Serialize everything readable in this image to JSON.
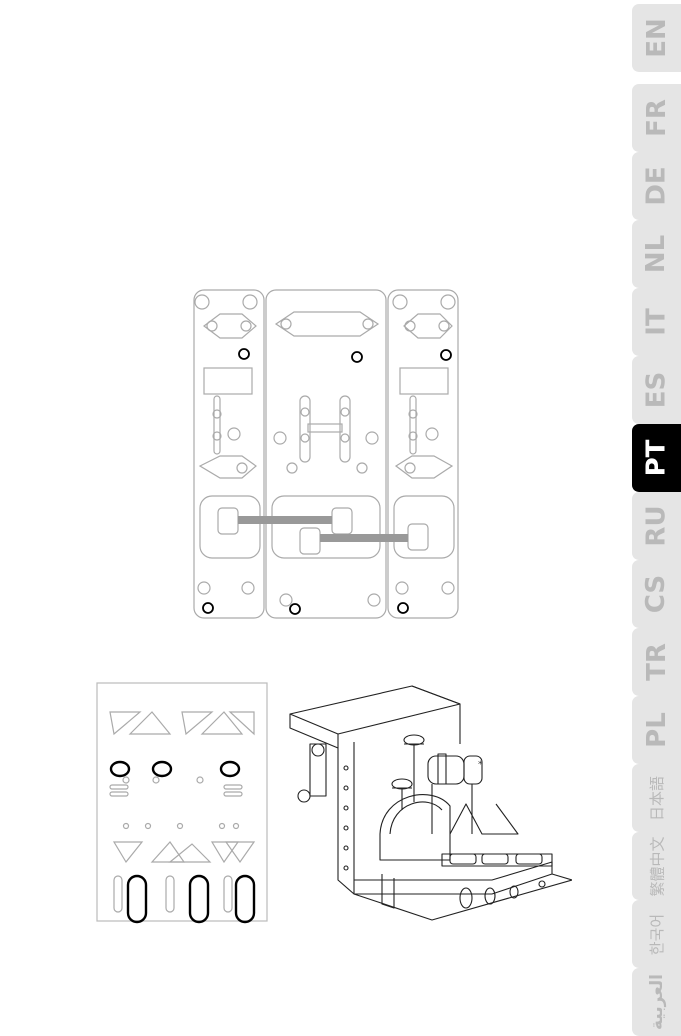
{
  "language_tabs": [
    {
      "code": "EN",
      "active": false
    },
    {
      "code": "FR",
      "active": false
    },
    {
      "code": "DE",
      "active": false
    },
    {
      "code": "NL",
      "active": false
    },
    {
      "code": "IT",
      "active": false
    },
    {
      "code": "ES",
      "active": false
    },
    {
      "code": "PT",
      "active": true
    },
    {
      "code": "RU",
      "active": false
    },
    {
      "code": "CS",
      "active": false
    },
    {
      "code": "TR",
      "active": false
    },
    {
      "code": "PL",
      "active": false
    },
    {
      "code": "日本語",
      "active": false
    },
    {
      "code": "繁體中文",
      "active": false
    },
    {
      "code": "한국어",
      "active": false
    },
    {
      "code": "العربية",
      "active": false
    }
  ],
  "figures": {
    "product_callout_mark": "*"
  },
  "colors": {
    "tab_bg": "#e5e5e5",
    "tab_text": "#b9b9b9",
    "tab_active_bg": "#000000",
    "tab_active_text": "#ffffff",
    "line_art": "#aaaaaa",
    "highlight": "#000000",
    "connector": "#999999"
  }
}
